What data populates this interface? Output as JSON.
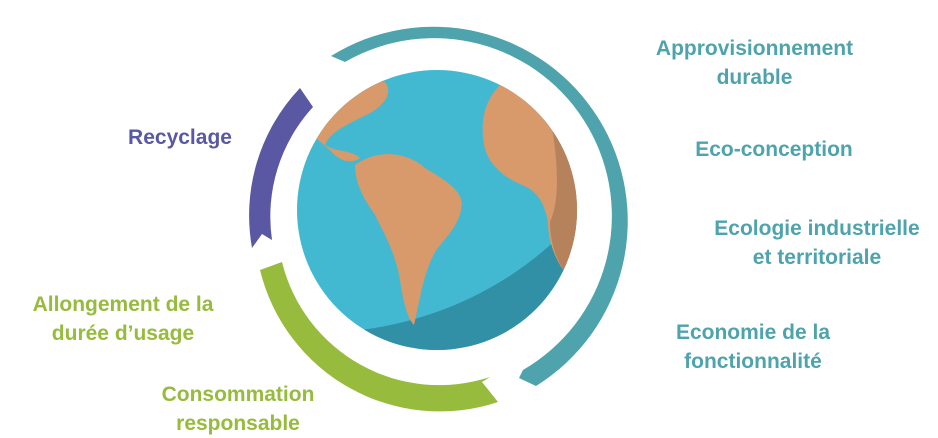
{
  "colors": {
    "teal": "#4ea3ad",
    "purple": "#5a58a2",
    "green": "#97bb3c",
    "ocean": "#43b9d1",
    "ocean_shadow": "#3190a6",
    "land": "#d8996b",
    "land_shadow": "#b5825b"
  },
  "labels": {
    "approvisionnement": {
      "line1": "Approvisionnement",
      "line2": "durable"
    },
    "eco_conception": {
      "line1": "Eco-conception"
    },
    "ecologie": {
      "line1": "Ecologie industrielle",
      "line2": "et territoriale"
    },
    "economie": {
      "line1": "Economie de la",
      "line2": "fonctionnalité"
    },
    "consommation": {
      "line1": "Consommation",
      "line2": "responsable"
    },
    "allongement": {
      "line1": "Allongement de la",
      "line2": "durée d’usage"
    },
    "recyclage": {
      "line1": "Recyclage"
    }
  },
  "icons": {
    "globe": "globe-icon",
    "arrows": "circular-arrow-icon"
  }
}
